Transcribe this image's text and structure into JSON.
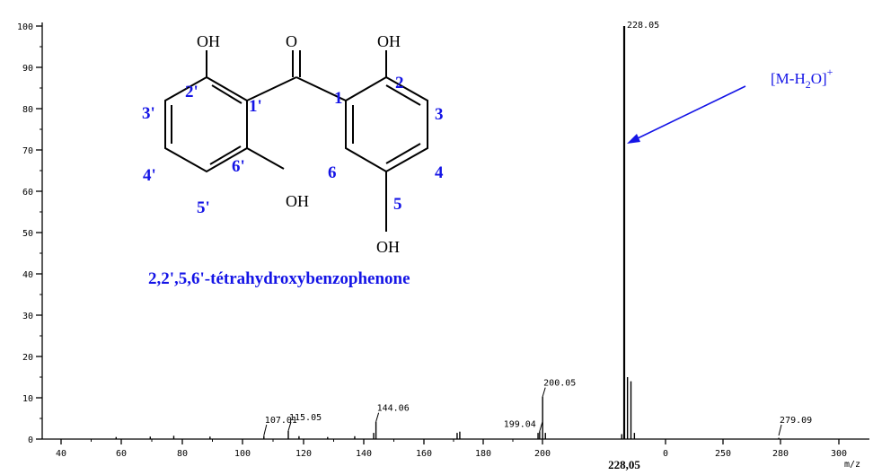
{
  "chart_data": {
    "type": "bar",
    "xlabel": "m/z",
    "ylabel": "",
    "ylim": [
      0,
      100
    ],
    "y_ticks": [
      "0",
      "10",
      "20",
      "30",
      "40",
      "50",
      "60",
      "70",
      "80",
      "90",
      "100"
    ],
    "x_ticks": [
      {
        "label": "40",
        "value": 40
      },
      {
        "label": "60",
        "value": 60
      },
      {
        "label": "80",
        "value": 80
      },
      {
        "label": "100",
        "value": 100
      },
      {
        "label": "120",
        "value": 120
      },
      {
        "label": "140",
        "value": 140
      },
      {
        "label": "160",
        "value": 160
      },
      {
        "label": "180",
        "value": 180
      },
      {
        "label": "200",
        "value": 200
      },
      {
        "label": "0",
        "value": 240
      },
      {
        "label": "250",
        "value": 250
      },
      {
        "label": "280",
        "value": 280
      },
      {
        "label": "300",
        "value": 300
      }
    ],
    "peaks": [
      {
        "mz": 58.3,
        "intensity": 0.5
      },
      {
        "mz": 69.5,
        "intensity": 0.6
      },
      {
        "mz": 77.2,
        "intensity": 0.8
      },
      {
        "mz": 89.2,
        "intensity": 0.6
      },
      {
        "mz": 107.0,
        "intensity": 0.8,
        "label": "107.01"
      },
      {
        "mz": 115.0,
        "intensity": 2.0,
        "label": "115.05"
      },
      {
        "mz": 118.5,
        "intensity": 0.7
      },
      {
        "mz": 128.0,
        "intensity": 0.5
      },
      {
        "mz": 137.0,
        "intensity": 0.7
      },
      {
        "mz": 143.3,
        "intensity": 1.5
      },
      {
        "mz": 144.06,
        "intensity": 4.2,
        "label": "144.06"
      },
      {
        "mz": 171.2,
        "intensity": 1.5
      },
      {
        "mz": 172.1,
        "intensity": 1.8
      },
      {
        "mz": 198.5,
        "intensity": 1.5
      },
      {
        "mz": 199.04,
        "intensity": 1.9,
        "label": "199.04"
      },
      {
        "mz": 200.05,
        "intensity": 10.3,
        "label": "200.05"
      },
      {
        "mz": 201.0,
        "intensity": 1.5
      },
      {
        "mz": 227.2,
        "intensity": 1.2
      },
      {
        "mz": 228.05,
        "intensity": 100,
        "label": "228.05"
      },
      {
        "mz": 229.0,
        "intensity": 15.0
      },
      {
        "mz": 230.0,
        "intensity": 14.0
      },
      {
        "mz": 231.0,
        "intensity": 1.5
      },
      {
        "mz": 279.09,
        "intensity": 0.3,
        "label": "279.09"
      }
    ],
    "annotations": [
      "[M-H2O]+",
      "228,05",
      "2,2',5,6'-tétrahydroxybenzophenone"
    ]
  },
  "structure": {
    "compound_name": "2,2',5,6'-tétrahydroxybenzophenone",
    "carbonyl_o": "O",
    "oh_labels": [
      "OH",
      "OH",
      "OH",
      "OH"
    ],
    "ring_a_numbers": [
      "1",
      "2",
      "3",
      "4",
      "5",
      "6"
    ],
    "ring_b_numbers": [
      "1'",
      "2'",
      "3'",
      "4'",
      "5'",
      "6'"
    ]
  },
  "labels": {
    "base_peak_bottom": "228,05",
    "ion_label": "[M-H",
    "ion_sub": "2",
    "ion_label_end": "O]",
    "ion_sup": "+"
  },
  "colors": {
    "ink": "#000000",
    "accent": "#1414e6"
  }
}
